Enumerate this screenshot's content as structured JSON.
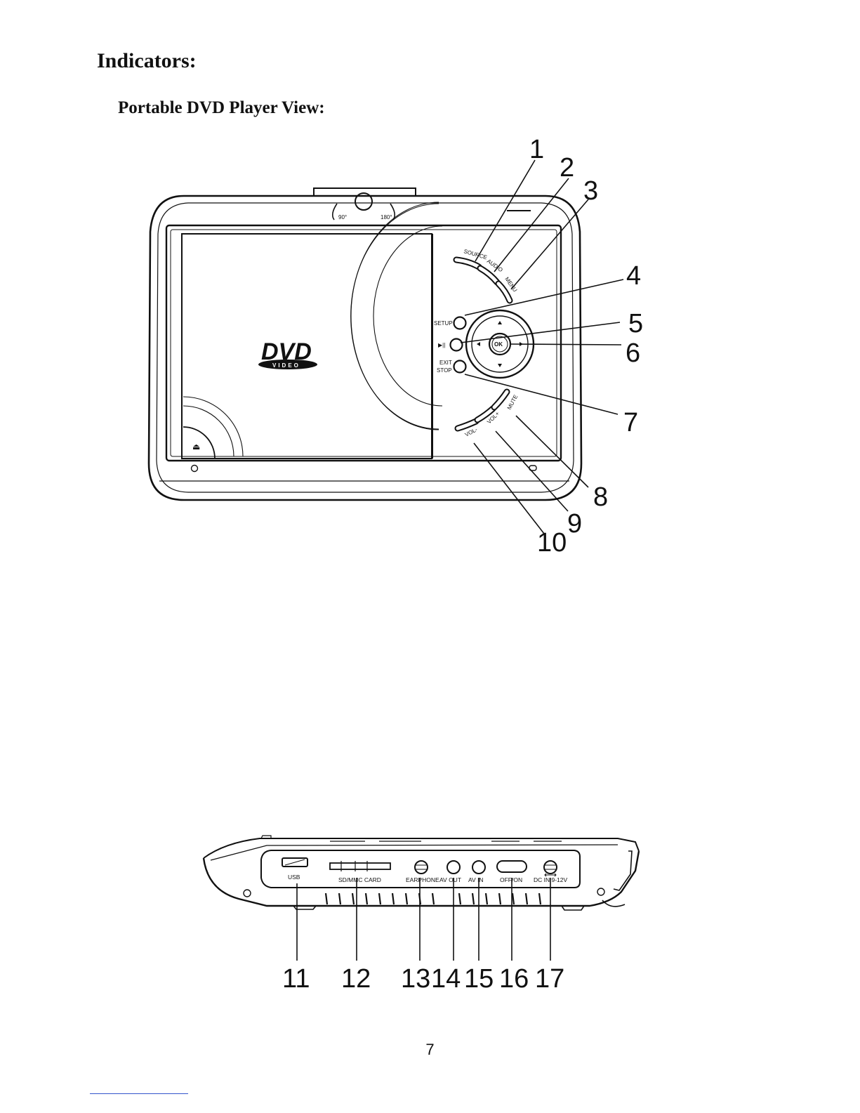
{
  "heading": "Indicators:",
  "subheading": "Portable DVD Player View:",
  "front_view": {
    "hinge_labels": [
      "90°",
      "180°"
    ],
    "logo": {
      "main": "DVD",
      "sub": "VIDEO"
    },
    "button_labels": {
      "source": "SOURCE",
      "audio": "AUDIO",
      "menu": "MENU",
      "setup": "SETUP",
      "play_pause": "▶||",
      "ok": "OK",
      "exit": "EXIT",
      "stop": "STOP",
      "mute": "MUTE",
      "vol_plus": "VOL+",
      "vol_minus": "VOL-",
      "eject": "⏏"
    },
    "callouts": [
      "1",
      "2",
      "3",
      "4",
      "5",
      "6",
      "7",
      "8",
      "9",
      "10"
    ]
  },
  "side_view": {
    "port_labels": {
      "usb": "USB",
      "card": "SD/MMC CARD",
      "earphone": "EARPHONE",
      "av_out": "AV OUT",
      "av_in": "AV IN",
      "power": "OFF/ON",
      "dc_in": "DC IN 9-12V"
    },
    "callouts": [
      "11",
      "12",
      "13",
      "14",
      "15",
      "16",
      "17"
    ]
  },
  "page_number": "7"
}
